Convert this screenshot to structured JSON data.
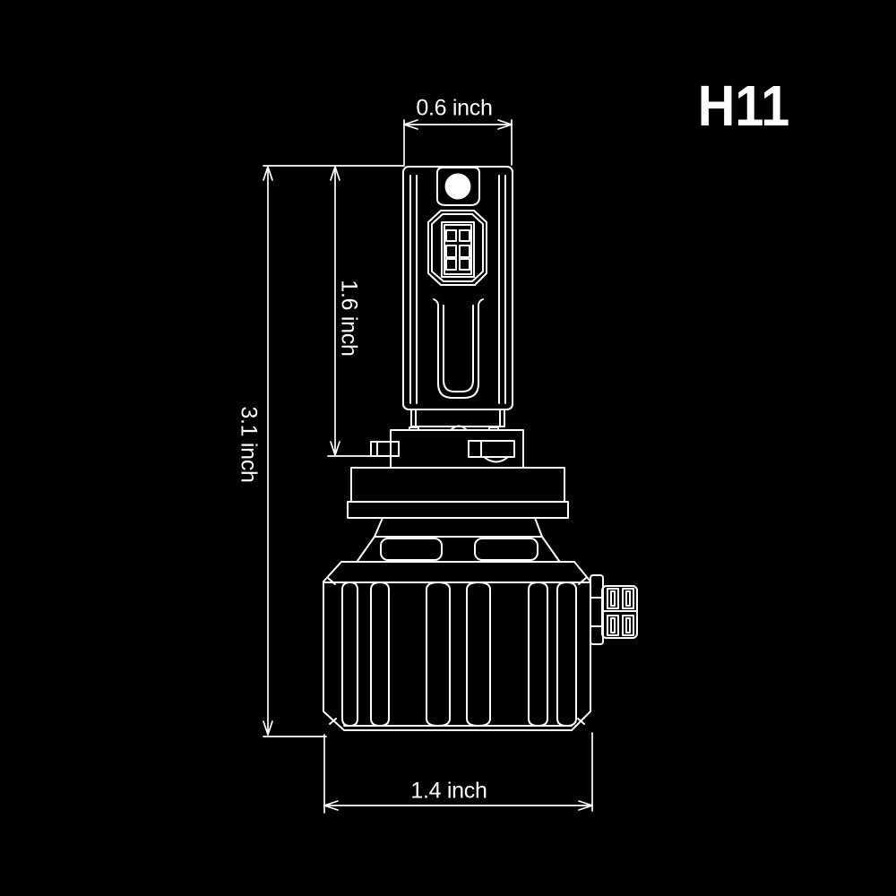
{
  "colors": {
    "background": "#000000",
    "line": "#ffffff",
    "text": "#ffffff"
  },
  "part_label": "H11",
  "dimensions": {
    "top_width": "0.6 inch",
    "upper_height": "1.6 inch",
    "total_height": "3.1 inch",
    "base_width": "1.4 inch"
  }
}
